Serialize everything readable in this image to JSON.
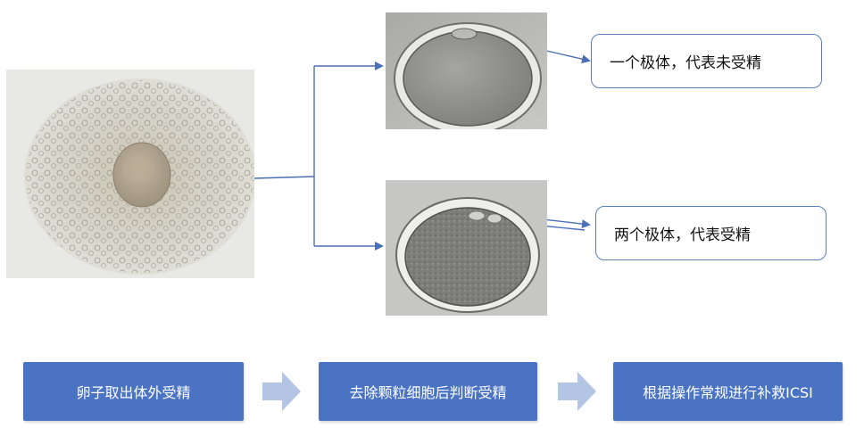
{
  "callouts": {
    "one_polar_body": "一个极体，代表未受精",
    "two_polar_bodies": "两个极体，代表受精"
  },
  "steps": [
    {
      "label": "卵子取出体外受精"
    },
    {
      "label": "去除颗粒细胞后判断受精"
    },
    {
      "label": "根据操作常规进行补救ICSI"
    }
  ],
  "colors": {
    "step_fill": "#4a73c4",
    "connector": "#4a6fb5",
    "callout_border": "#5b7fb8",
    "flow_arrow": "#b4c4e4"
  },
  "icons": [
    "right-chevron-arrow-icon"
  ]
}
